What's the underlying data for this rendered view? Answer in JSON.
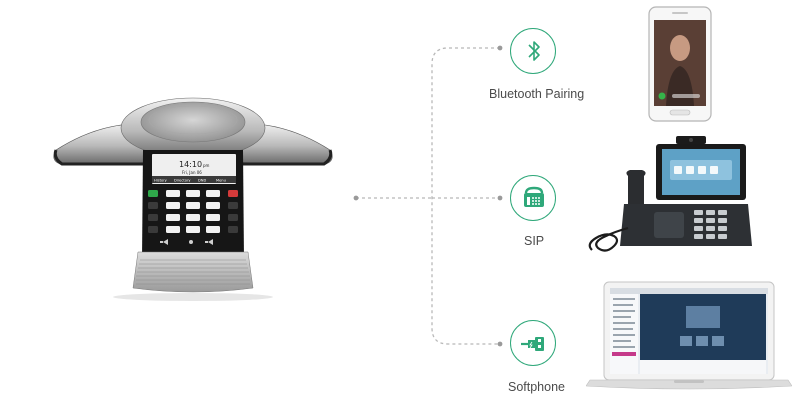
{
  "options": [
    {
      "label": "Bluetooth Pairing",
      "icon": "bluetooth-icon"
    },
    {
      "label": "SIP",
      "icon": "desk-phone-icon"
    },
    {
      "label": "Softphone",
      "icon": "usb-plug-icon"
    }
  ],
  "conference_phone": {
    "clock": "14:10",
    "clock_suffix": "pm",
    "date": "Fri, Jan 06",
    "softkeys": [
      "History",
      "Directory",
      "DND",
      "Menu"
    ]
  },
  "colors": {
    "accent": "#2fa87a",
    "connector": "#b8b8b8"
  }
}
